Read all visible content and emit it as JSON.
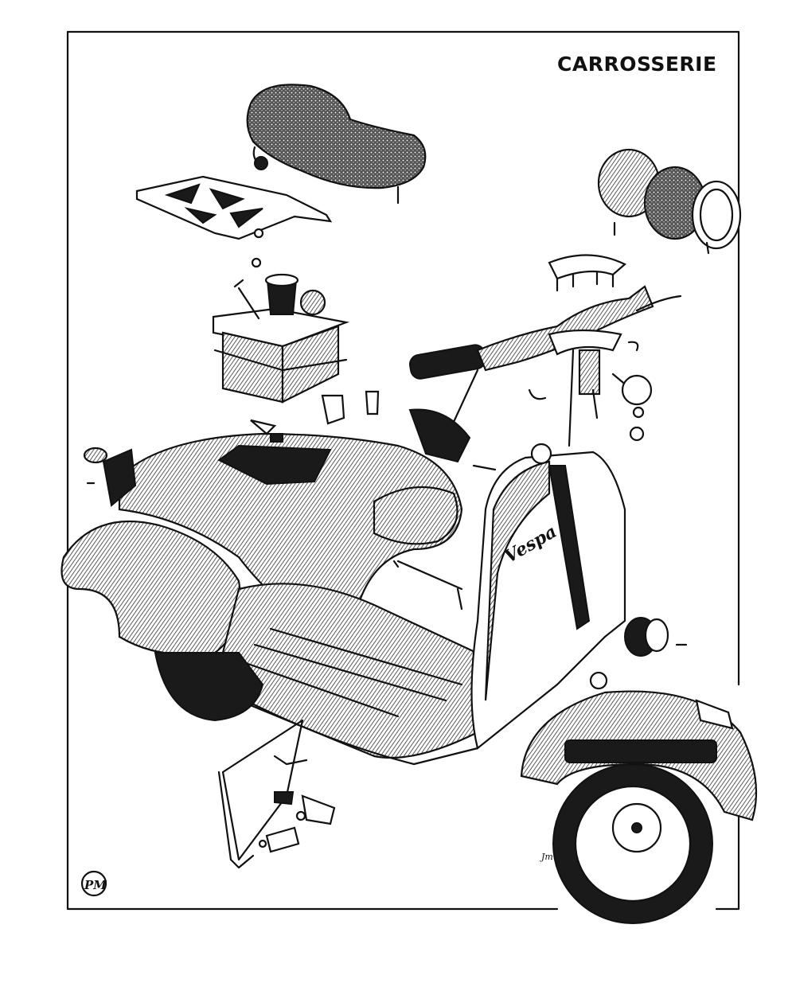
{
  "page": {
    "title": "CARROSSERIE",
    "badge_lettering": "Vespa",
    "logo_lettering": "PM",
    "signature": "Jm"
  },
  "colors": {
    "ink": "#111111",
    "paper": "#ffffff"
  }
}
